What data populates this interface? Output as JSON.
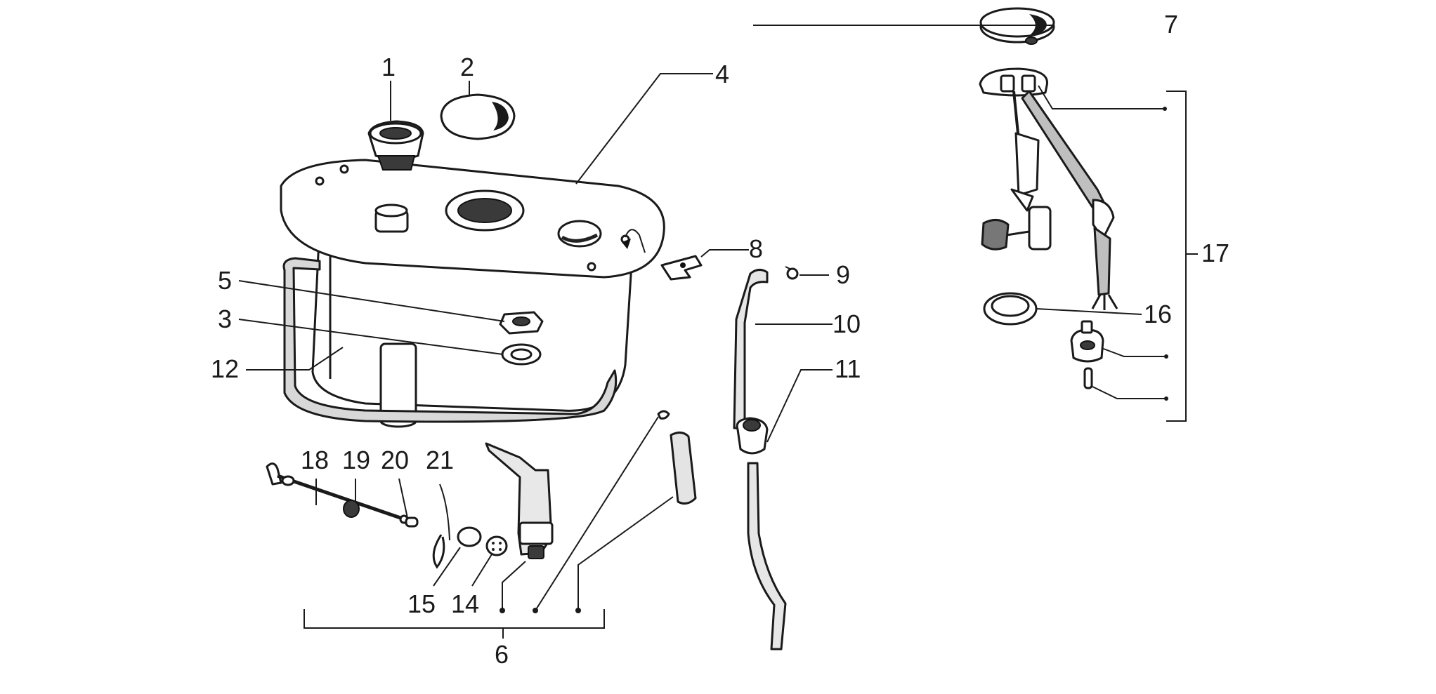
{
  "diagram": {
    "callouts": {
      "c1": "1",
      "c2": "2",
      "c3": "3",
      "c4": "4",
      "c5": "5",
      "c6": "6",
      "c7": "7",
      "c8": "8",
      "c9": "9",
      "c10": "10",
      "c11": "11",
      "c12": "12",
      "c14": "14",
      "c15": "15",
      "c16": "16",
      "c17": "17",
      "c18": "18",
      "c19": "19",
      "c20": "20",
      "c21": "21"
    }
  }
}
